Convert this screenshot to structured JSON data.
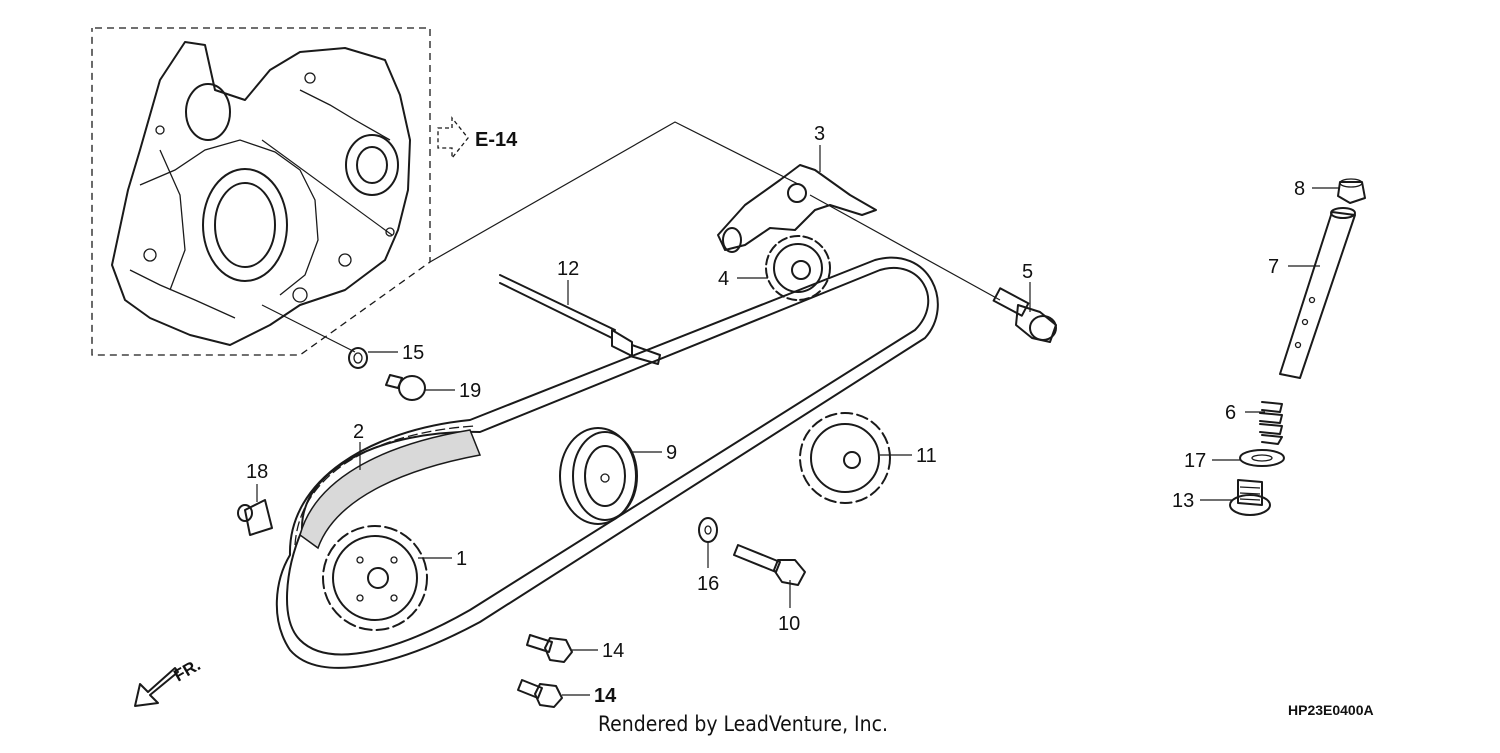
{
  "diagram": {
    "reference": "E-14",
    "direction": "FR.",
    "credit": "Rendered by LeadVenture, Inc.",
    "code": "HP23E0400A",
    "callouts": [
      {
        "id": "c1",
        "label": "1"
      },
      {
        "id": "c2",
        "label": "2"
      },
      {
        "id": "c3",
        "label": "3"
      },
      {
        "id": "c4",
        "label": "4"
      },
      {
        "id": "c5",
        "label": "5"
      },
      {
        "id": "c6",
        "label": "6"
      },
      {
        "id": "c7",
        "label": "7"
      },
      {
        "id": "c8",
        "label": "8"
      },
      {
        "id": "c9",
        "label": "9"
      },
      {
        "id": "c10",
        "label": "10"
      },
      {
        "id": "c11",
        "label": "11"
      },
      {
        "id": "c12",
        "label": "12"
      },
      {
        "id": "c13",
        "label": "13"
      },
      {
        "id": "c14a",
        "label": "14"
      },
      {
        "id": "c14b",
        "label": "14"
      },
      {
        "id": "c15",
        "label": "15"
      },
      {
        "id": "c16",
        "label": "16"
      },
      {
        "id": "c17",
        "label": "17"
      },
      {
        "id": "c18",
        "label": "18"
      },
      {
        "id": "c19",
        "label": "19"
      }
    ]
  }
}
